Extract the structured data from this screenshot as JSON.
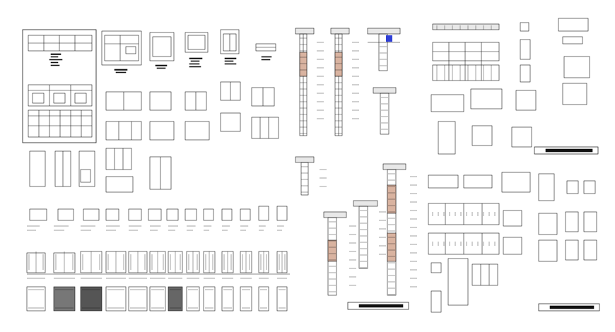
{
  "sheet": {
    "background": "#ffffff",
    "line_color": "#111111",
    "accent_hatch": "#c88a6a",
    "marker_color": "#2f3fd6"
  },
  "groups": [
    {
      "id": "door-detail-panel",
      "kind": "framed elevations sheet"
    },
    {
      "id": "plan-drawings-top",
      "kind": "plans and elevations"
    },
    {
      "id": "wall-sections-center",
      "kind": "tall wall section details"
    },
    {
      "id": "window-details-right-top",
      "kind": "window elevations and sections"
    },
    {
      "id": "window-details-right-bottom",
      "kind": "window elevations and sections"
    },
    {
      "id": "door-schedule-bottom",
      "kind": "door elevations row"
    }
  ],
  "title_blocks": [
    {
      "id": "title-block-right-top"
    },
    {
      "id": "title-block-center-bottom"
    },
    {
      "id": "title-block-right-bottom"
    }
  ]
}
